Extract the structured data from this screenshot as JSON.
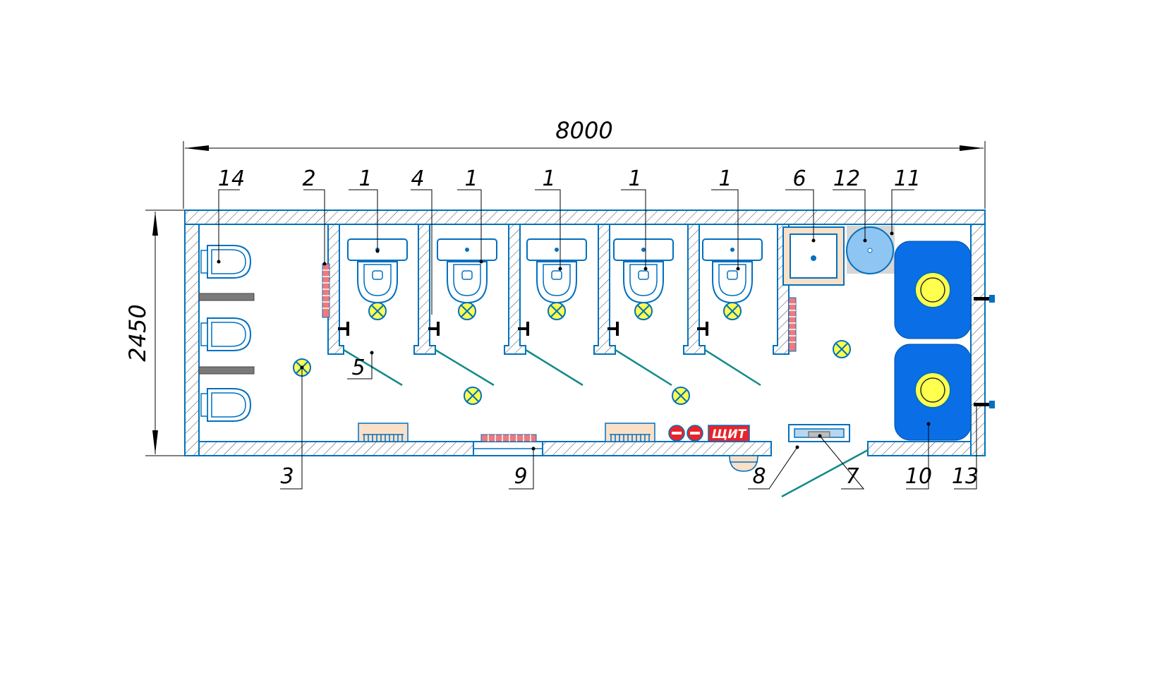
{
  "dimensions": {
    "width_label": "8000",
    "height_label": "2450"
  },
  "callouts": [
    {
      "text": "14",
      "target": "urinal-1"
    },
    {
      "text": "2",
      "target": "radiator-stall-1"
    },
    {
      "text": "1",
      "target": "toilet-stall-1"
    },
    {
      "text": "4",
      "target": "hook-stall-2"
    },
    {
      "text": "1",
      "target": "toilet-stall-2"
    },
    {
      "text": "1",
      "target": "toilet-stall-3"
    },
    {
      "text": "1",
      "target": "toilet-stall-4"
    },
    {
      "text": "1",
      "target": "toilet-stall-5"
    },
    {
      "text": "6",
      "target": "service-sink"
    },
    {
      "text": "12",
      "target": "water-heater"
    },
    {
      "text": "11",
      "target": "heater-stand"
    },
    {
      "text": "5",
      "target": "stall-door"
    },
    {
      "text": "3",
      "target": "ceiling-light"
    },
    {
      "text": "9",
      "target": "window"
    },
    {
      "text": "8",
      "target": "entrance-floor"
    },
    {
      "text": "7",
      "target": "floor-grate"
    },
    {
      "text": "10",
      "target": "water-tank-2"
    },
    {
      "text": "13",
      "target": "tank-connector"
    }
  ],
  "shield_text": "ЩИТ",
  "colors": {
    "wall": "#0072bc",
    "fixture": "#0070c0",
    "tank": "#0a6ee6",
    "door": "#138a8a",
    "light_fill": "#ffff4d",
    "radiator": "#f07a7a",
    "panel_red": "#e8242a",
    "line": "#000000"
  }
}
